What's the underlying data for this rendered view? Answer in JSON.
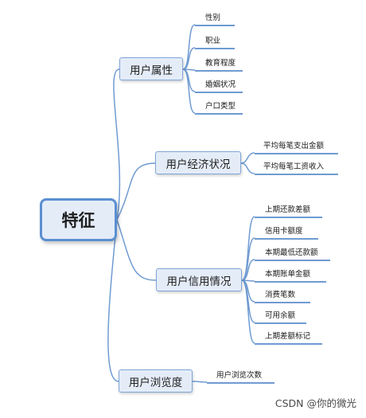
{
  "root": {
    "label": "特征"
  },
  "branches": [
    {
      "label": "用户属性",
      "leaves": [
        "性别",
        "职业",
        "教育程度",
        "婚姻状况",
        "户口类型"
      ]
    },
    {
      "label": "用户经济状况",
      "leaves": [
        "平均每笔支出金额",
        "平均每笔工资收入"
      ]
    },
    {
      "label": "用户信用情况",
      "leaves": [
        "上期还款差额",
        "信用卡额度",
        "本期最低还款额",
        "本期账单金额",
        "消费笔数",
        "可用余额",
        "上期差额标记"
      ]
    },
    {
      "label": "用户浏览度",
      "leaves": [
        "用户浏览次数"
      ]
    }
  ],
  "watermark": "CSDN @你的微光",
  "colors": {
    "line": "#6f9bd2",
    "node_fill": "#e4ecf8",
    "root_border": "#5b8fd1"
  }
}
